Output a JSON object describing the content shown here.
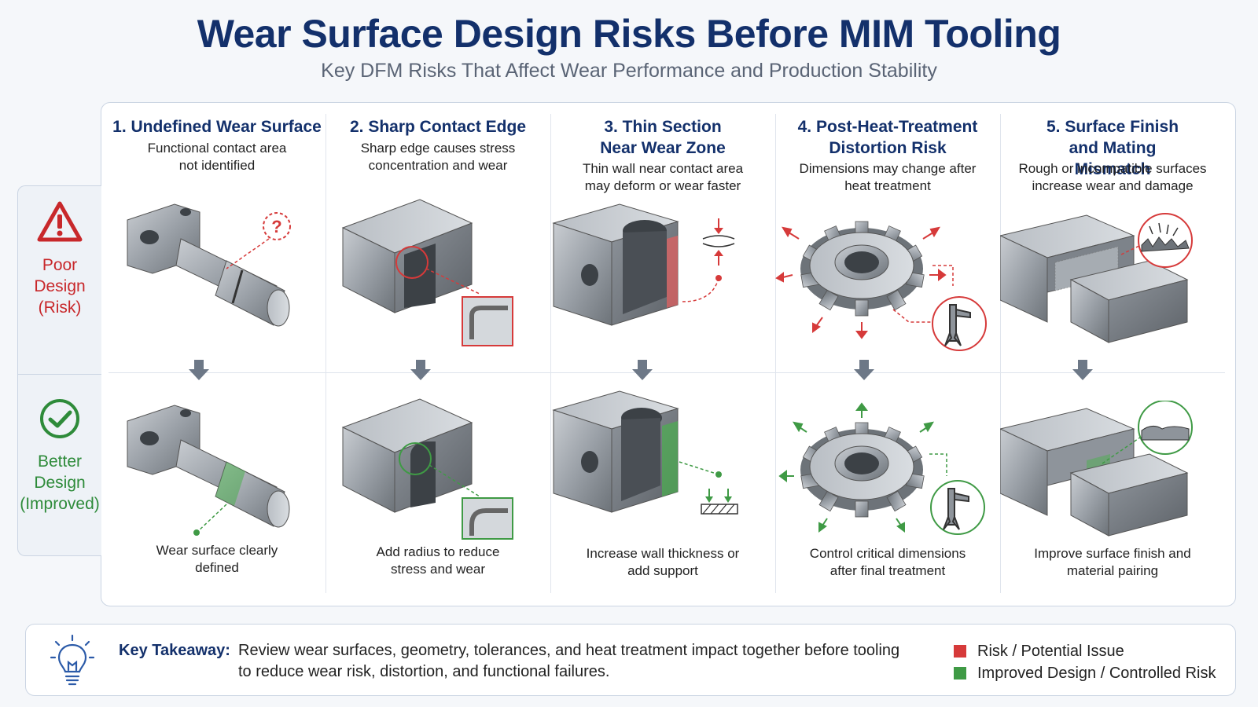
{
  "header": {
    "title": "Wear Surface Design Risks Before MIM Tooling",
    "subtitle": "Key DFM Risks That Affect Wear Performance and Production Stability"
  },
  "rows": {
    "poor": "Poor Design (Risk)",
    "better": "Better Design (Improved)"
  },
  "columns": [
    {
      "title": "1. Undefined Wear Surface",
      "problem": "Functional contact area not identified",
      "solution": "Wear surface clearly defined"
    },
    {
      "title": "2. Sharp Contact Edge",
      "problem": "Sharp edge causes stress concentration and wear",
      "solution": "Add radius to reduce stress and wear"
    },
    {
      "title": "3. Thin Section Near Wear Zone",
      "problem": "Thin wall near contact area may deform or wear faster",
      "solution": "Increase wall thickness or add support"
    },
    {
      "title": "4. Post-Heat-Treatment Distortion Risk",
      "problem": "Dimensions may change after heat treatment",
      "solution": "Control critical dimensions after final treatment"
    },
    {
      "title": "5. Surface Finish and Mating Mismatch",
      "problem": "Rough or incompatible surfaces increase wear and damage",
      "solution": "Improve surface finish and material pairing"
    }
  ],
  "takeaway": {
    "label": "Key Takeaway:",
    "text": "Review wear surfaces, geometry, tolerances, and heat treatment impact together before tooling to reduce wear risk, distortion, and functional failures."
  },
  "legend": {
    "risk": "Risk / Potential Issue",
    "improved": "Improved Design / Controlled Risk"
  },
  "colors": {
    "risk": "#d63a3a",
    "improved": "#3f9a45",
    "title": "#13306b"
  },
  "icons": [
    "warning-icon",
    "check-icon",
    "lightbulb-icon",
    "question-icon",
    "caliper-icon",
    "down-arrow-icon"
  ]
}
